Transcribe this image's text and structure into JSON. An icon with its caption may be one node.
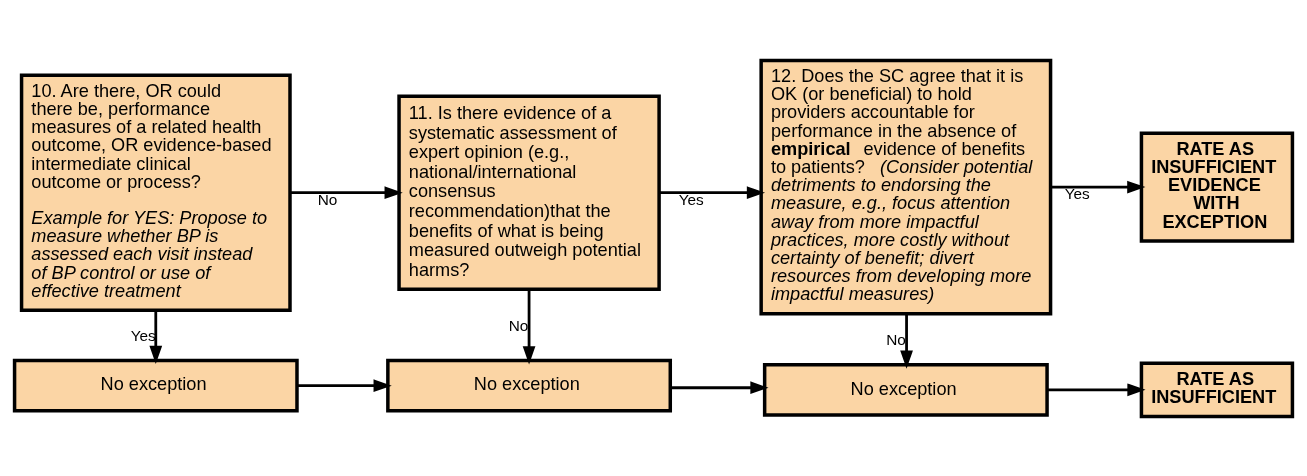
{
  "diagram": {
    "nodes": [
      {
        "text": [
          "10. Are there, OR could there be, performance measures of a related health outcome, OR evidence-based intermediate clinical outcome or process?",
          "Example for YES: Propose to measure whether BP is assessed each visit instead of BP control or use of effective treatment"
        ]
      },
      {
        "text": [
          "11. Is there evidence of a systematic assessment of expert opinion (e.g., national/international consensus recommendation)that the benefits of what is being measured outweigh potential harms?"
        ]
      },
      {
        "text": [
          "12. Does the SC agree that it is OK (or beneficial) to hold providers accountable for performance in the absence of **empirical** evidence of benefits to patients? *(Consider potential detriments to endorsing the measure, e.g., focus attention away from more impactful practices, more costly without certainty of benefit; divert resources from developing more impactful measures)*"
        ]
      },
      {
        "text": [
          "RATE AS INSUFFICIENT EVIDENCE WITH EXCEPTION"
        ]
      },
      {
        "text": [
          "No exception"
        ]
      },
      {
        "text": [
          "No exception"
        ]
      },
      {
        "text": [
          "No exception"
        ]
      },
      {
        "text": [
          "RATE AS INSUFFICIENT"
        ]
      }
    ],
    "edges": [
      {
        "from": 0,
        "to": 1,
        "arrow": "to",
        "label": "No"
      },
      {
        "from": 1,
        "to": 2,
        "arrow": "to",
        "label": "Yes"
      },
      {
        "from": 2,
        "to": 3,
        "arrow": "to",
        "label": "Yes"
      },
      {
        "from": 0,
        "to": 4,
        "arrow": "to",
        "label": "Yes"
      },
      {
        "from": 1,
        "to": 5,
        "arrow": "to",
        "label": "No"
      },
      {
        "from": 2,
        "to": 6,
        "arrow": "to",
        "label": "No"
      },
      {
        "from": 4,
        "to": 5,
        "arrow": "to"
      },
      {
        "from": 5,
        "to": 6,
        "arrow": "to"
      },
      {
        "from": 6,
        "to": 7,
        "arrow": "to"
      }
    ]
  }
}
